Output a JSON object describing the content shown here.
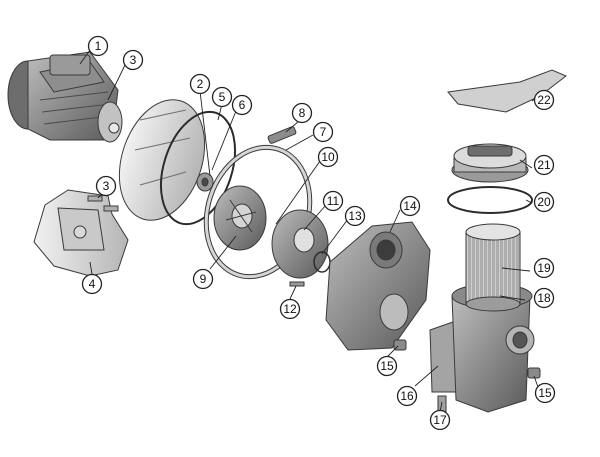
{
  "callouts": [
    {
      "id": "1",
      "label": "1",
      "part": "motor"
    },
    {
      "id": "2",
      "label": "2",
      "part": "motor-flange-disc"
    },
    {
      "id": "3a",
      "label": "3",
      "part": "flange-screws"
    },
    {
      "id": "3b",
      "label": "3",
      "part": "foot-screws"
    },
    {
      "id": "4",
      "label": "4",
      "part": "motor-foot"
    },
    {
      "id": "5",
      "label": "5",
      "part": "o-ring"
    },
    {
      "id": "6",
      "label": "6",
      "part": "mechanical-seal"
    },
    {
      "id": "7",
      "label": "7",
      "part": "clamp-ring"
    },
    {
      "id": "8",
      "label": "8",
      "part": "clamp-screw"
    },
    {
      "id": "9",
      "label": "9",
      "part": "impeller"
    },
    {
      "id": "10",
      "label": "10",
      "part": "seal-ring"
    },
    {
      "id": "11",
      "label": "11",
      "part": "diffuser"
    },
    {
      "id": "12",
      "label": "12",
      "part": "diffuser-screw"
    },
    {
      "id": "13",
      "label": "13",
      "part": "o-ring-small"
    },
    {
      "id": "14",
      "label": "14",
      "part": "pump-body-backplate"
    },
    {
      "id": "15a",
      "label": "15",
      "part": "drain-plug-left"
    },
    {
      "id": "15b",
      "label": "15",
      "part": "drain-plug-right"
    },
    {
      "id": "16",
      "label": "16",
      "part": "pump-housing"
    },
    {
      "id": "17",
      "label": "17",
      "part": "housing-bolt"
    },
    {
      "id": "18",
      "label": "18",
      "part": "prefilter-housing"
    },
    {
      "id": "19",
      "label": "19",
      "part": "strainer-basket"
    },
    {
      "id": "20",
      "label": "20",
      "part": "lid-o-ring"
    },
    {
      "id": "21",
      "label": "21",
      "part": "transparent-lid"
    },
    {
      "id": "22",
      "label": "22",
      "part": "lid-wrench"
    }
  ]
}
